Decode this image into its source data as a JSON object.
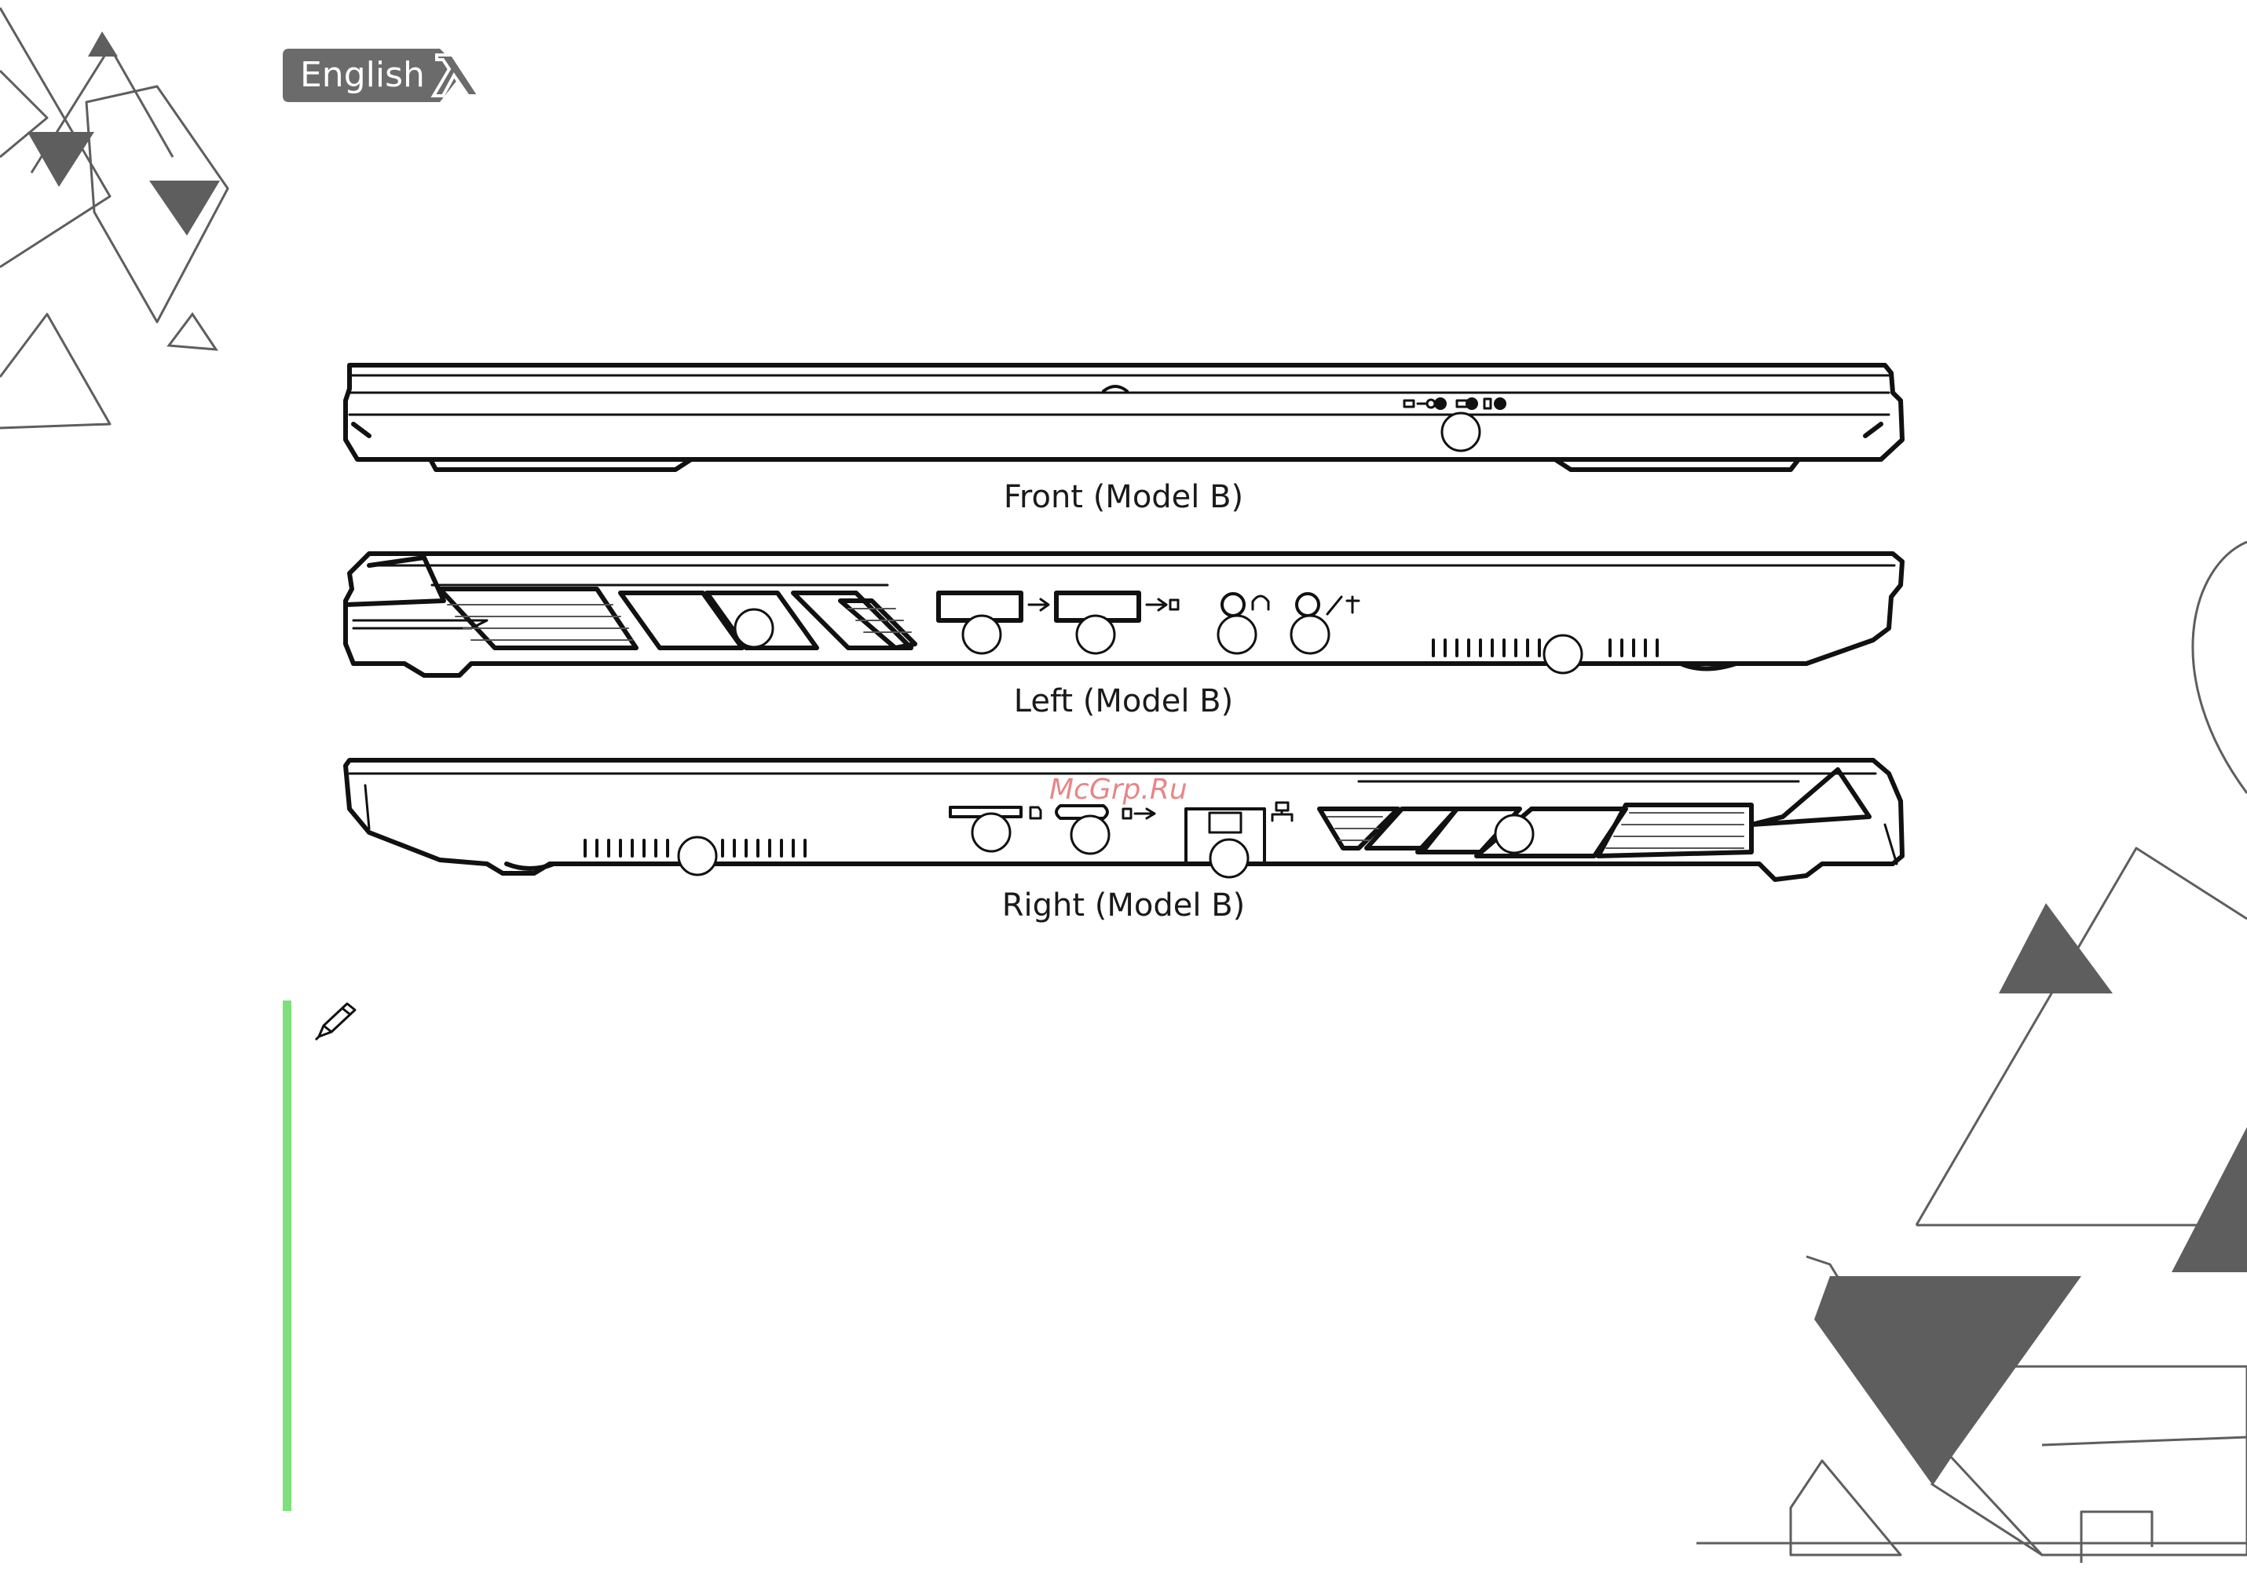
{
  "header": {
    "language_tab": "English"
  },
  "figures": [
    {
      "caption": "Front (Model B)"
    },
    {
      "caption": "Left (Model B)"
    },
    {
      "caption": "Right (Model B)"
    }
  ],
  "watermark": "McGrp.Ru",
  "colors": {
    "accent_tab": "#6b6b6b",
    "note_bar": "#7ee07a",
    "deco_gray": "#5e5e5e"
  },
  "icons": [
    "lambda-logo-icon",
    "pen-note-icon",
    "usb-icon",
    "headphone-icon",
    "microphone-icon",
    "lan-icon",
    "card-reader-icon"
  ]
}
